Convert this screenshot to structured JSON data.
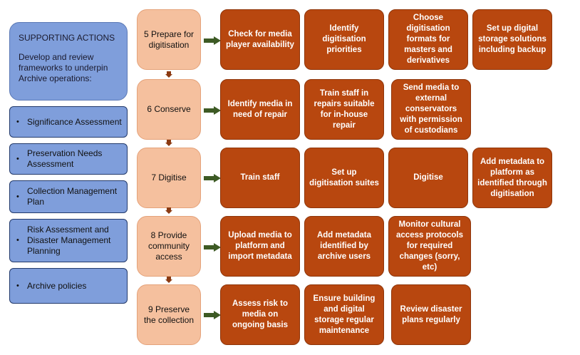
{
  "colors": {
    "supporting": "#7f9edb",
    "step": "#f5c09e",
    "action": "#b8470f",
    "arrow_green": "#3d5a24",
    "arrow_brown": "#8b3a12"
  },
  "supporting": {
    "title": "SUPPORTING ACTIONS",
    "description": "Develop and review frameworks to underpin Archive operations:",
    "items": [
      "Significance Assessment",
      "Preservation Needs Assessment",
      "Collection Management Plan",
      "Risk Assessment and Disaster Management Planning",
      "Archive policies"
    ]
  },
  "steps": [
    {
      "label": "5 Prepare for digitisation",
      "actions": [
        "Check for media player availability",
        "Identify digitisation priorities",
        "Choose digitisation formats for masters and derivatives",
        "Set up digital storage solutions including backup"
      ]
    },
    {
      "label": "6 Conserve",
      "actions": [
        "Identify media in need of repair",
        "Train staff in repairs suitable for in-house repair",
        "Send media to external conservators with permission of custodians"
      ]
    },
    {
      "label": "7 Digitise",
      "actions": [
        "Train staff",
        "Set up digitisation suites",
        "Digitise",
        "Add metadata to platform as identified through digitisation"
      ]
    },
    {
      "label": "8 Provide community access",
      "actions": [
        "Upload media to platform and import metadata",
        "Add metadata identified by archive users",
        "Monitor cultural access protocols for required changes (sorry, etc)"
      ]
    },
    {
      "label": "9 Preserve the collection",
      "actions": [
        "Assess risk to media on ongoing basis",
        "Ensure building and digital storage regular maintenance",
        "Review disaster plans regularly"
      ]
    }
  ]
}
